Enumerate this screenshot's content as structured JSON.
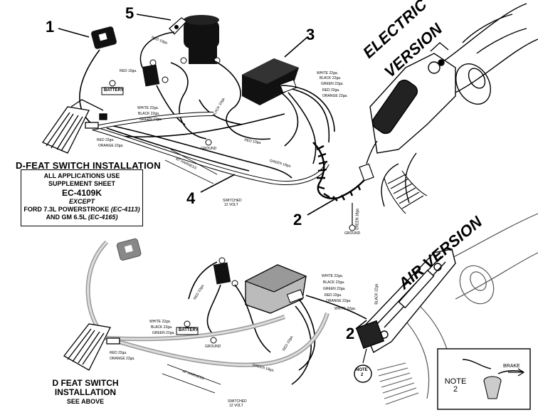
{
  "callouts": {
    "c1": "1",
    "c2a": "2",
    "c2b": "2",
    "c3": "3",
    "c4": "4",
    "c5": "5"
  },
  "version_titles": {
    "electric_1": "ELECTRIC",
    "electric_2": "VERSION",
    "air": "AIR VERSION"
  },
  "installation": {
    "title": "D-FEAT SWITCH INSTALLATION",
    "box_line1": "ALL APPLICATIONS USE",
    "box_line2": "SUPPLEMENT SHEET",
    "box_code": "EC-4109K",
    "box_except": "EXCEPT",
    "box_ford": "FORD 7.3L POWERSTROKE",
    "box_ford_code": "(EC-4113)",
    "box_gm": "AND GM 6.5L",
    "box_gm_code": "(EC-4165)"
  },
  "bottom_install": {
    "line1": "D  FEAT SWITCH",
    "line2": "INSTALLATION",
    "line3": "SEE ABOVE"
  },
  "labels": {
    "battery_top": "BATTERY",
    "battery_bottom": "BATTERY",
    "ground_top": "GROUND",
    "ground_bottom": "GROUND",
    "ground_right": "GROUND",
    "switched_top_1": "SWITCHED",
    "switched_top_2": "12 VOLT",
    "switched_bottom_1": "SWITCHED",
    "switched_bottom_2": "12 VOLT",
    "harness_top": "40' HARNESS",
    "harness_bottom": "40' HARNESS",
    "note2_circle_1": "NOTE",
    "note2_circle_2": "2",
    "note2_box_1": "NOTE",
    "note2_box_2": "2",
    "brake": "BRAKE"
  },
  "wire_labels_top_module": [
    "WHITE 22ga.",
    "BLACK 22ga.",
    "GREEN 22ga.",
    "RED 22ga.",
    "ORANGE 22ga."
  ],
  "wire_labels_top_switch": [
    "WHITE 22ga.",
    "BLACK 22ga.",
    "GREEN 22ga."
  ],
  "wire_labels_top_switch_lower": [
    "RED 22ga.",
    "ORANGE 22ga."
  ],
  "wire_labels_bottom_module": [
    "WHITE 22ga.",
    "BLACK 22ga.",
    "GREEN 22ga.",
    "RED 22ga.",
    "ORANGE 22ga."
  ],
  "wire_labels_bottom_switch": [
    "WHITE 22ga.",
    "BLACK 22ga.",
    "GREEN 22ga."
  ],
  "wire_labels_bottom_switch_lower": [
    "RED 22ga.",
    "ORANGE 22ga."
  ],
  "misc_wire_labels": {
    "red_10ga_a": "RED 10ga.",
    "red_10ga_b": "RED 10ga.",
    "red_10ga_c": "RED 10ga.",
    "red_10ga_d": "RED 10ga.",
    "red_10ga_e": "RED 10ga.",
    "green_18ga_a": "GREEN 18ga.",
    "green_18ga_b": "GREEN 18ga.",
    "green_18ga_c": "GREEN 18ga.",
    "black_22ga": "BLACK 22ga.",
    "white_22ga": "WHITE 22ga.",
    "black_10ga": "BLACK 10ga."
  }
}
